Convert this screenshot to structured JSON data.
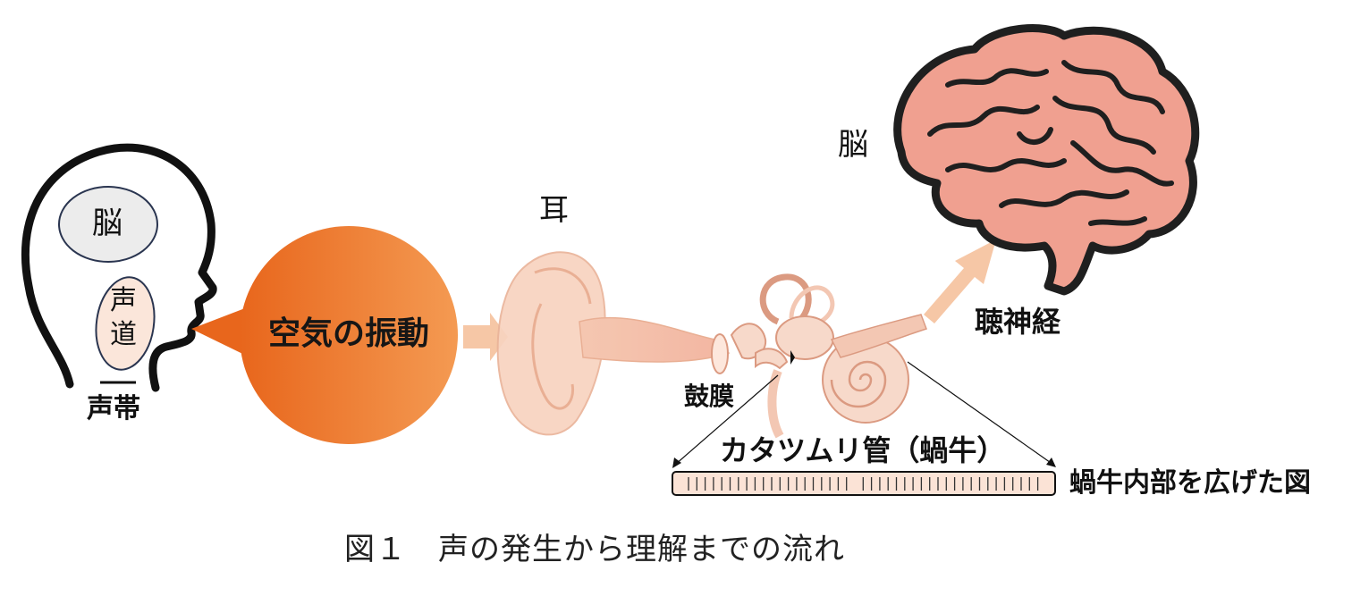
{
  "labels": {
    "head_brain": "脳",
    "vocal_tract": "声道",
    "vocal_cords": "声帯",
    "air_vibration": "空気の振動",
    "ear": "耳",
    "eardrum": "鼓膜",
    "brain": "脳",
    "auditory_nerve": "聴神経",
    "cochlea": "カタツムリ管（蝸牛）",
    "cochlea_expanded": "蝸牛内部を広げた図"
  },
  "caption": "図１　声の発生から理解までの流れ",
  "colors": {
    "bubble": "#ef7d2c",
    "arrow": "#f6c7a6",
    "brain_fill": "#f0a090",
    "outline": "#222222"
  }
}
